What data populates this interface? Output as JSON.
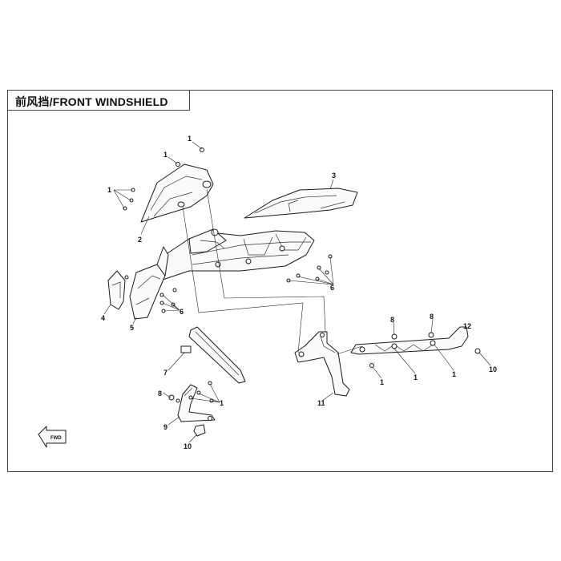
{
  "title": "前风挡/FRONT WINDSHIELD",
  "fwd_label": "FWD",
  "callouts": [
    "1",
    "2",
    "3",
    "4",
    "5",
    "6",
    "7",
    "8",
    "9",
    "10",
    "11",
    "12"
  ]
}
